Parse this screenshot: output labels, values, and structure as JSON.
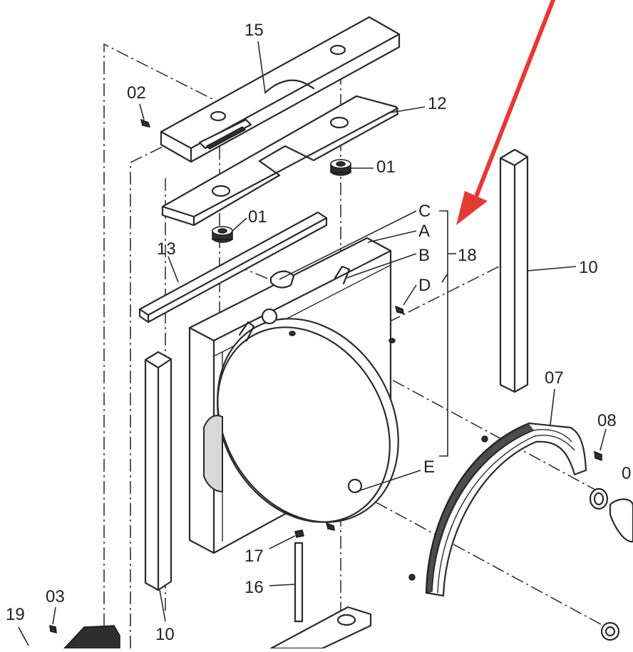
{
  "diagram": {
    "accent_color": "#e53935",
    "callouts": [
      {
        "id": "c15",
        "label": "15"
      },
      {
        "id": "c02",
        "label": "02"
      },
      {
        "id": "c12",
        "label": "12"
      },
      {
        "id": "c01a",
        "label": "01"
      },
      {
        "id": "c01b",
        "label": "01"
      },
      {
        "id": "c13",
        "label": "13"
      },
      {
        "id": "cC",
        "label": "C"
      },
      {
        "id": "cA",
        "label": "A"
      },
      {
        "id": "cB",
        "label": "B"
      },
      {
        "id": "c18",
        "label": "18"
      },
      {
        "id": "cD",
        "label": "D"
      },
      {
        "id": "c10a",
        "label": "10"
      },
      {
        "id": "c07",
        "label": "07"
      },
      {
        "id": "c08",
        "label": "08"
      },
      {
        "id": "c0x",
        "label": "0"
      },
      {
        "id": "cE",
        "label": "E"
      },
      {
        "id": "c17",
        "label": "17"
      },
      {
        "id": "c16",
        "label": "16"
      },
      {
        "id": "c03",
        "label": "03"
      },
      {
        "id": "c19",
        "label": "19"
      },
      {
        "id": "c10b",
        "label": "10"
      }
    ]
  }
}
